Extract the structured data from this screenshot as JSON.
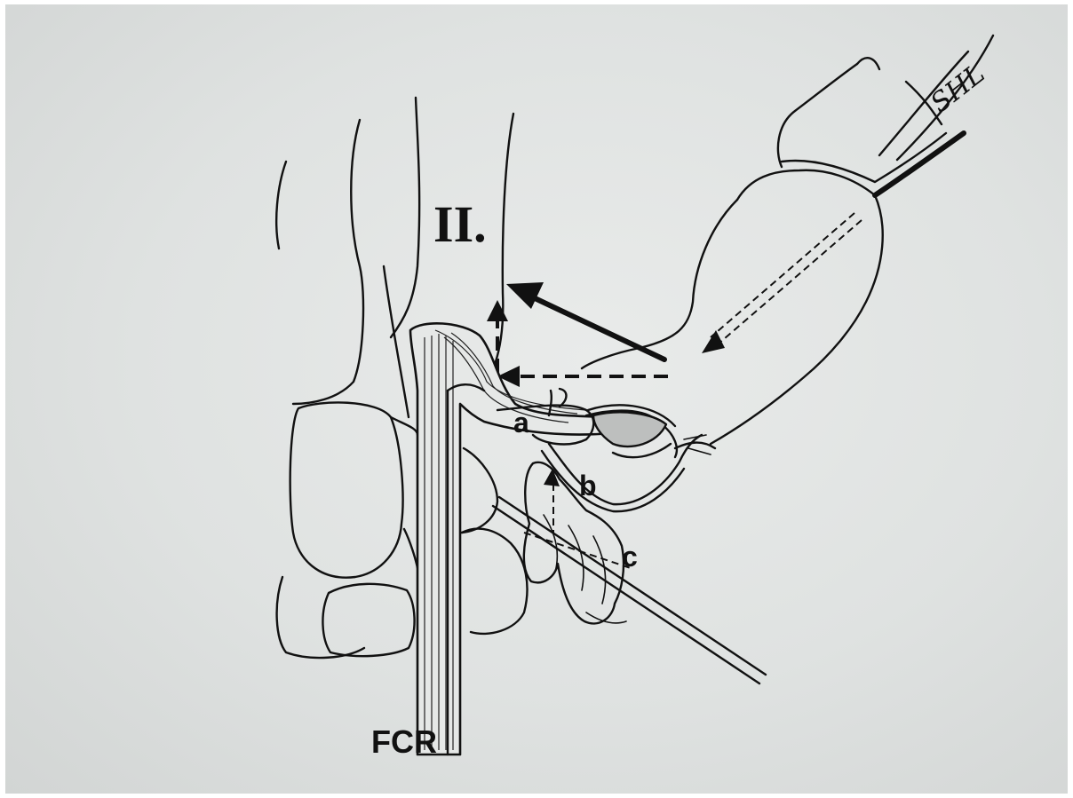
{
  "labels": {
    "metacarpal": "II.",
    "tendon": "FCR",
    "a": "a",
    "b": "b",
    "c": "c",
    "signature": "SHL"
  },
  "colors": {
    "background": "#dfe2e1",
    "ink": "#111111"
  }
}
